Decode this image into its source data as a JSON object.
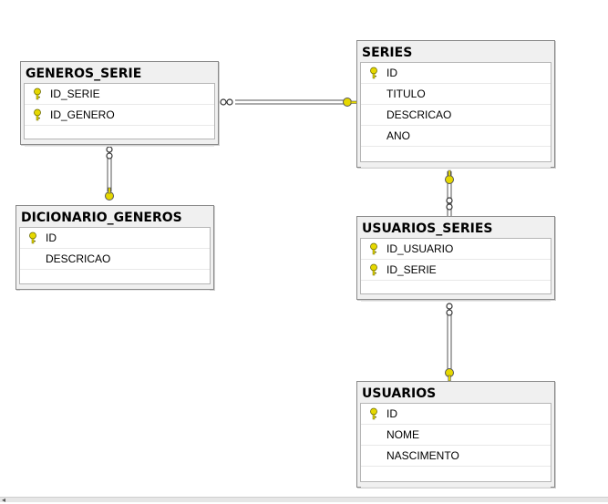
{
  "colors": {
    "key": "#e6d800",
    "border": "#8a8a8a",
    "header": "#f0f0f0"
  },
  "tables": {
    "generos_serie": {
      "name": "GENEROS_SERIE",
      "columns": [
        "ID_SERIE",
        "ID_GENERO"
      ],
      "keys": [
        true,
        true
      ]
    },
    "dicionario_generos": {
      "name": "DICIONARIO_GENEROS",
      "columns": [
        "ID",
        "DESCRICAO"
      ],
      "keys": [
        true,
        false
      ]
    },
    "series": {
      "name": "SERIES",
      "columns": [
        "ID",
        "TITULO",
        "DESCRICAO",
        "ANO"
      ],
      "keys": [
        true,
        false,
        false,
        false
      ]
    },
    "usuarios_series": {
      "name": "USUARIOS_SERIES",
      "columns": [
        "ID_USUARIO",
        "ID_SERIE"
      ],
      "keys": [
        true,
        true
      ]
    },
    "usuarios": {
      "name": "USUARIOS",
      "columns": [
        "ID",
        "NOME",
        "NASCIMENTO"
      ],
      "keys": [
        true,
        false,
        false
      ]
    }
  },
  "relationships": [
    {
      "from": "generos_serie",
      "to": "series",
      "many_end": "generos_serie",
      "one_end": "series"
    },
    {
      "from": "generos_serie",
      "to": "dicionario_generos",
      "many_end": "generos_serie",
      "one_end": "dicionario_generos"
    },
    {
      "from": "usuarios_series",
      "to": "series",
      "many_end": "usuarios_series",
      "one_end": "series"
    },
    {
      "from": "usuarios_series",
      "to": "usuarios",
      "many_end": "usuarios_series",
      "one_end": "usuarios"
    }
  ],
  "icons": {
    "primary_key": "key-icon",
    "many_end": "infinity-icon",
    "one_end": "key-icon"
  }
}
